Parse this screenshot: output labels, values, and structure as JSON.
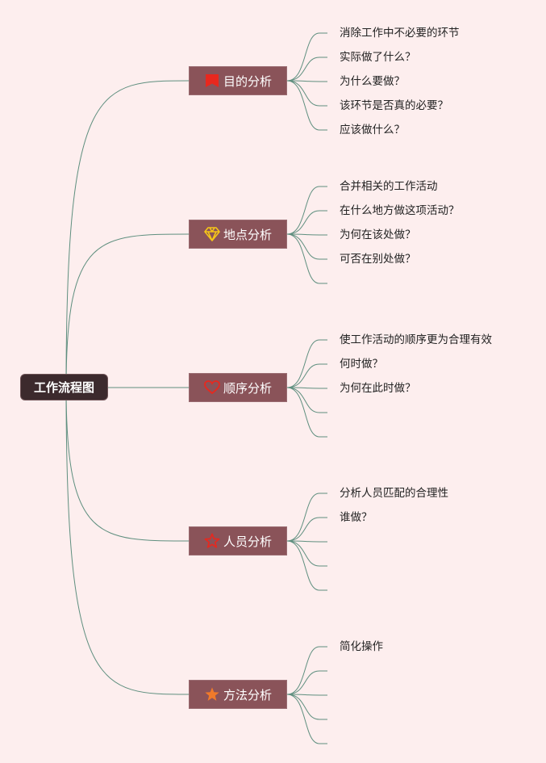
{
  "root": {
    "label": "工作流程图"
  },
  "branches": [
    {
      "label": "目的分析",
      "icon": "red-flag-icon",
      "leaves": [
        "消除工作中不必要的环节",
        "实际做了什么？",
        "为什么要做？",
        "该环节是否真的必要？",
        "应该做什么？"
      ]
    },
    {
      "label": "地点分析",
      "icon": "yellow-diamond-icon",
      "leaves": [
        "合并相关的工作活动",
        "在什么地方做这项活动？",
        "为何在该处做？",
        "可否在别处做？",
        ""
      ]
    },
    {
      "label": "顺序分析",
      "icon": "red-heart-outline-icon",
      "leaves": [
        "使工作活动的顺序更为合理有效",
        "何时做？",
        "为何在此时做？",
        "",
        ""
      ]
    },
    {
      "label": "人员分析",
      "icon": "red-star-outline-icon",
      "leaves": [
        "分析人员匹配的合理性",
        "谁做？",
        "",
        "",
        ""
      ]
    },
    {
      "label": "方法分析",
      "icon": "orange-star-icon",
      "leaves": [
        "简化操作",
        "",
        "",
        "",
        ""
      ]
    }
  ],
  "colors": {
    "background": "#fdeeee",
    "root_fill": "#3c2a2d",
    "branch_fill": "#8a5359",
    "connector": "#5f8f7f"
  }
}
